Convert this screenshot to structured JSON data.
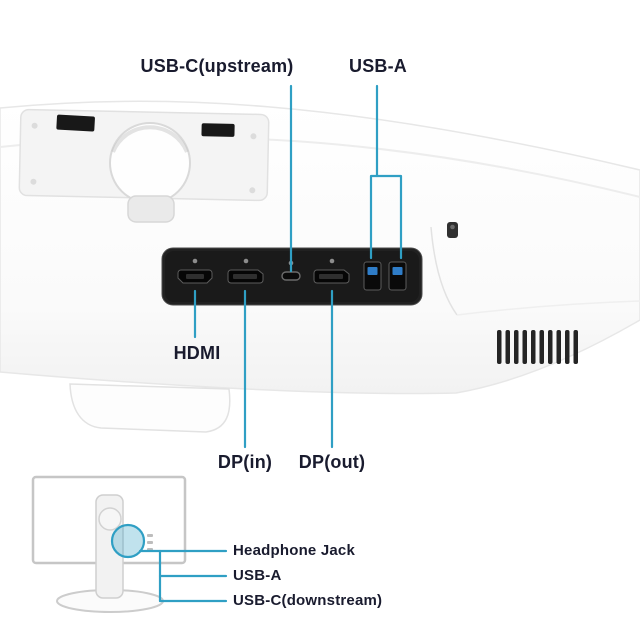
{
  "title": "Monitor rear ports diagram",
  "colors": {
    "callout": "#2f9fc4",
    "text": "#191b2e",
    "usb_blue": "#2f7dc8",
    "background": "#ffffff"
  },
  "ports_back": {
    "usb_c_upstream_label": "USB-C(upstream)",
    "usb_a_label": "USB-A",
    "hdmi_label": "HDMI",
    "dp_in_label": "DP(in)",
    "dp_out_label": "DP(out)"
  },
  "ports_side": {
    "headphone_jack_label": "Headphone Jack",
    "usb_a_label": "USB-A",
    "usb_c_downstream_label": "USB-C(downstream)"
  },
  "icons": {
    "hdmi_port": "hdmi-port-icon",
    "dp_in_port": "dp-in-port-icon",
    "dp_out_port": "dp-out-port-icon",
    "usb_c_port": "usb-c-port-icon",
    "usb_a_port_1": "usb-a-port-1-icon",
    "usb_a_port_2": "usb-a-port-2-icon",
    "kensington_lock": "kensington-lock-icon",
    "speaker_grille": "speaker-grille",
    "vesa_mount": "vesa-mount",
    "stand_base": "stand-base",
    "monitor_rear_view": "monitor-rear-view",
    "side_ports_highlight": "side-ports-highlight-circle"
  }
}
